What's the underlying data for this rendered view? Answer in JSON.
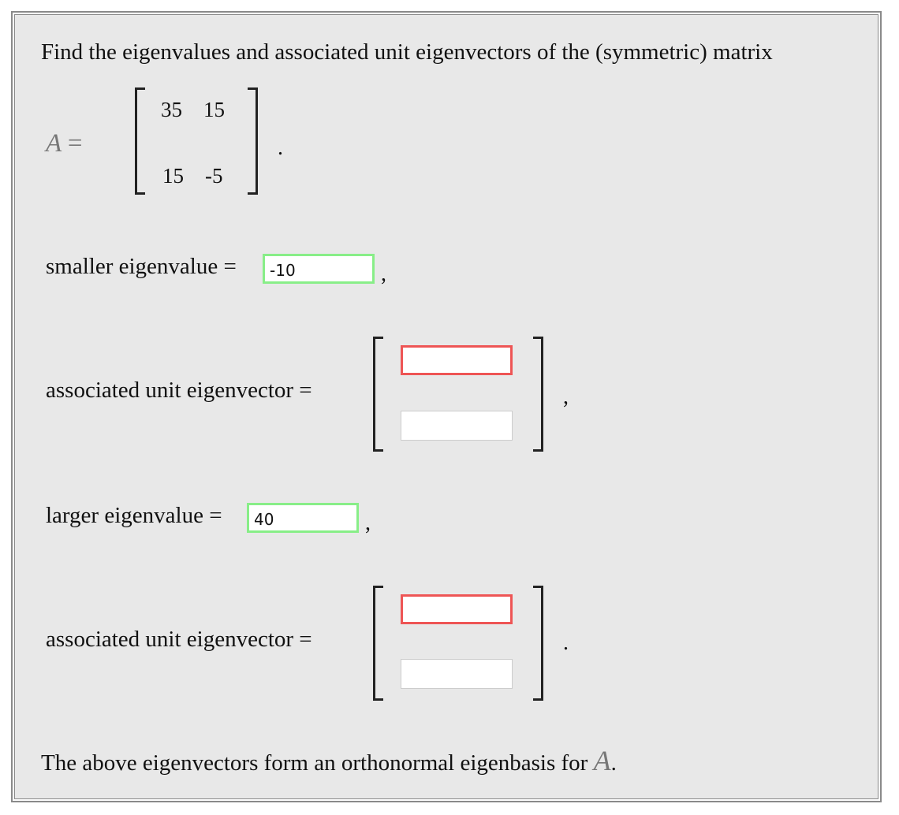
{
  "problem": {
    "statement": "Find the eigenvalues and associated unit eigenvectors of the (symmetric) matrix",
    "matrix_label": "A",
    "matrix_eq": "=",
    "matrix": {
      "a11": "35",
      "a12": "15",
      "a21": "15",
      "a22": "-5"
    },
    "matrix_terminator": "."
  },
  "smaller": {
    "label": "smaller eigenvalue =",
    "value": "-10",
    "status": "correct",
    "terminator": ","
  },
  "smaller_vector": {
    "label": "associated unit eigenvector =",
    "top_value": "",
    "bottom_value": "",
    "top_status": "incorrect",
    "bottom_status": "empty",
    "terminator": ","
  },
  "larger": {
    "label": "larger eigenvalue =",
    "value": "40",
    "status": "correct",
    "terminator": ","
  },
  "larger_vector": {
    "label": "associated unit eigenvector =",
    "top_value": "",
    "bottom_value": "",
    "top_status": "incorrect",
    "bottom_status": "empty",
    "terminator": "."
  },
  "conclusion": {
    "text": "The above eigenvectors form an orthonormal eigenbasis for",
    "symbol": "A",
    "terminator": "."
  },
  "colors": {
    "correct_border": "#88ee88",
    "incorrect_border": "#ee5555",
    "panel_background": "#e8e8e8"
  }
}
